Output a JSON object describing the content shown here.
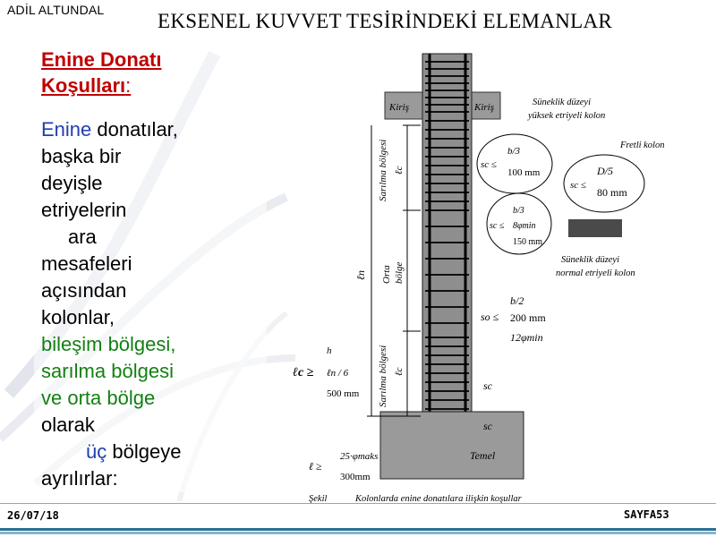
{
  "header": {
    "author": "ADİL ALTUNDAL",
    "title": "EKSENEL KUVVET TESİRİNDEKİ ELEMANLAR"
  },
  "left_panel": {
    "heading_line1": "Enine Donatı",
    "heading_line2": "Koşulları",
    "heading_colon": ":",
    "lines": {
      "l1_a": "Enine",
      "l1_b": " donatılar,",
      "l2": "başka bir",
      "l3": "deyişle",
      "l4": "etriyelerin",
      "l5": "ara",
      "l6": "mesafeleri",
      "l7": "açısından",
      "l8": "kolonlar,",
      "l9": "bileşim bölgesi,",
      "l10": "sarılma bölgesi",
      "l11": "ve orta bölge",
      "l12": "olarak",
      "l13_a": "üç",
      "l13_b": " bölgeye",
      "l14": "ayrılırlar:"
    }
  },
  "figure": {
    "kiris_left": "Kiriş",
    "kiris_right": "Kiriş",
    "sun_yuksek_1": "Süneklik düzeyi",
    "sun_yuksek_2": "yüksek etriyeli kolon",
    "fretli": "Fretli kolon",
    "sun_normal_1": "Süneklik düzeyi",
    "sun_normal_2": "normal etriyeli kolon",
    "sarilma_top": "Sarılma bölgesi",
    "sarilma_bottom": "Sarılma bölgesi",
    "orta_1": "Orta",
    "orta_2": "bölge",
    "lc_top": "ℓc",
    "lc_bottom": "ℓc",
    "ln": "ℓn",
    "circle1_sc": "sc ≤",
    "circle1_b3": "b/3",
    "circle1_100": "100 mm",
    "fretli_sc": "sc ≤",
    "fretli_d5": "D/5",
    "fretli_80": "80 mm",
    "circle2_sc": "sc ≤",
    "circle2_b3": "b/3",
    "circle2_8phi": "8φmin",
    "circle2_150": "150 mm",
    "so_label": "so ≤",
    "so_b2": "b/2",
    "so_200": "200 mm",
    "so_12phi": "12φmin",
    "lc_cond": "ℓc ≥",
    "lc_h": "h",
    "lc_ln6": "ℓn / 6",
    "lc_500": "500 mm",
    "sc_mid": "sc",
    "sc_low": "sc",
    "temel": "Temel",
    "anch_l": "ℓ ≥",
    "anch_25": "25·φmaks",
    "anch_300": "300mm",
    "caption_sekil": "Şekil",
    "caption_text": "Kolonlarda enine donatılara ilişkin koşullar"
  },
  "footer": {
    "date": "26/07/18",
    "page": "SAYFA53"
  }
}
